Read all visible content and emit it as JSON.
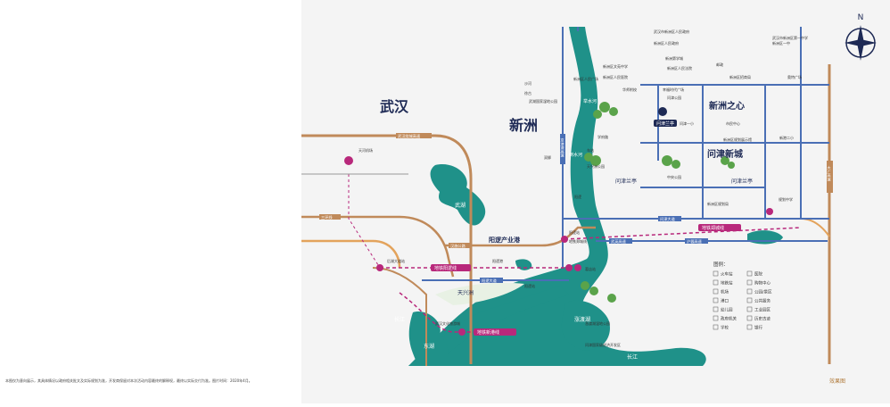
{
  "disclaimer": "本图仅为意向展示，其具体情况以政府相关批文及实际规划为准，开发商保留对本次活动内容最终的解释权，最终以实际交付为准。图片时间：2020年4月。",
  "effect_label": "效果图",
  "compass": {
    "label": "N",
    "icon": "north-compass-icon"
  },
  "regions": {
    "wuhan": "武汉",
    "xinzhou": "新洲",
    "xinzhou_center": "新洲之心",
    "wenjin_newtown": "问津新城",
    "yangluo_port": "阳逻产业港",
    "tianxing_island": "天兴洲",
    "wu_lake": "武湖",
    "dong_lake": "东湖",
    "zhangdu_lake": "涨渡湖",
    "changjiang": "长江",
    "changjiang2": "长江",
    "jushui_river": "举水河",
    "daoshui_river": "倒水河"
  },
  "metro": {
    "yangluo": "地铁阳逻线",
    "xingang": "地铁新港线",
    "zhengcheng": "地铁郑城线"
  },
  "roads": {
    "r1": "武汉绕城高速",
    "r2": "三环线",
    "r3": "汉施公路",
    "r4": "阳逻大道",
    "r5": "问津大道",
    "r6": "武英高速",
    "r7": "沪蓉高速",
    "r8": "大广高速",
    "r9": "京港澳高速"
  },
  "projects": {
    "p1": "问津兰亭",
    "p2": "问津兰亭",
    "p3": "问津兰亭"
  },
  "pois": [
    "武汉市新洲区人民政府",
    "新洲区人民政府",
    "新洲区文苑中学",
    "新洲区人民医院",
    "新洲区人民法院",
    "新洲第学城",
    "邮政",
    "新洲区人民广场",
    "华师附校",
    "幸福时代广场",
    "问津公园",
    "问津一小",
    "新洲区规划局",
    "新洲区一中",
    "新洲区招商局",
    "新港二小",
    "武汉市新洲区第一中学",
    "奥特广场",
    "中央公园",
    "学府路",
    "车站",
    "天兴洲公园",
    "市民中心",
    "新洲区规划展示馆",
    "规划中学",
    "沙河",
    "徐古",
    "双柳",
    "阳逻",
    "武湖国家湿地公园",
    "天河机场",
    "阳逻港",
    "武汉文化旅游城",
    "后湖大道站",
    "阳逻站",
    "阳逻站",
    "地铁郑城线",
    "涨渡湖湿地公园",
    "问津国家级经济开发区",
    "葛店站"
  ],
  "legend": {
    "title": "图例：",
    "items": [
      "火车站",
      "医院",
      "地铁站",
      "购物中心",
      "机场",
      "公园/景区",
      "港口",
      "公共服务",
      "幼儿园",
      "工业园区",
      "政府机关",
      "历史古迹",
      "学校",
      "银行"
    ]
  }
}
